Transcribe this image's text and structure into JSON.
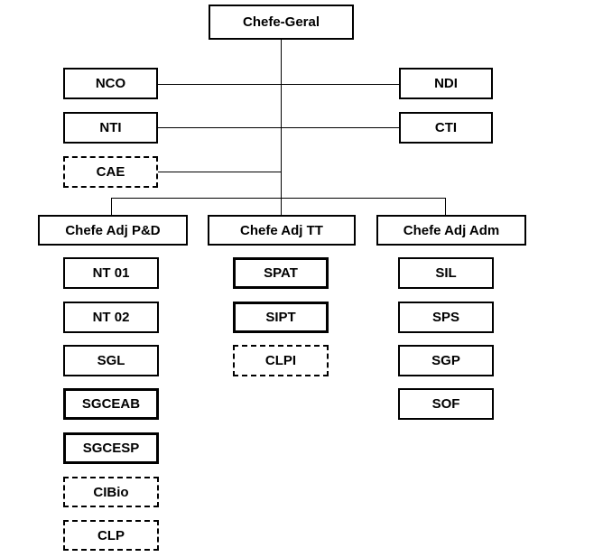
{
  "org_chart": {
    "top": {
      "label": "Chefe-Geral"
    },
    "staff": [
      {
        "id": "nco",
        "label": "NCO"
      },
      {
        "id": "ndi",
        "label": "NDI"
      },
      {
        "id": "nti",
        "label": "NTI"
      },
      {
        "id": "cti",
        "label": "CTI"
      },
      {
        "id": "cae",
        "label": "CAE",
        "style": "dashed"
      }
    ],
    "deputies": [
      {
        "label": "Chefe Adj P&D",
        "units": [
          {
            "label": "NT 01"
          },
          {
            "label": "NT 02"
          },
          {
            "label": "SGL"
          },
          {
            "label": "SGCEAB"
          },
          {
            "label": "SGCESP"
          },
          {
            "label": "CIBio",
            "style": "dashed"
          },
          {
            "label": "CLP",
            "style": "dashed"
          }
        ]
      },
      {
        "label": "Chefe Adj TT",
        "units": [
          {
            "label": "SPAT"
          },
          {
            "label": "SIPT"
          },
          {
            "label": "CLPI",
            "style": "dashed"
          }
        ]
      },
      {
        "label": "Chefe Adj Adm",
        "units": [
          {
            "label": "SIL"
          },
          {
            "label": "SPS"
          },
          {
            "label": "SGP"
          },
          {
            "label": "SOF"
          }
        ]
      }
    ]
  }
}
